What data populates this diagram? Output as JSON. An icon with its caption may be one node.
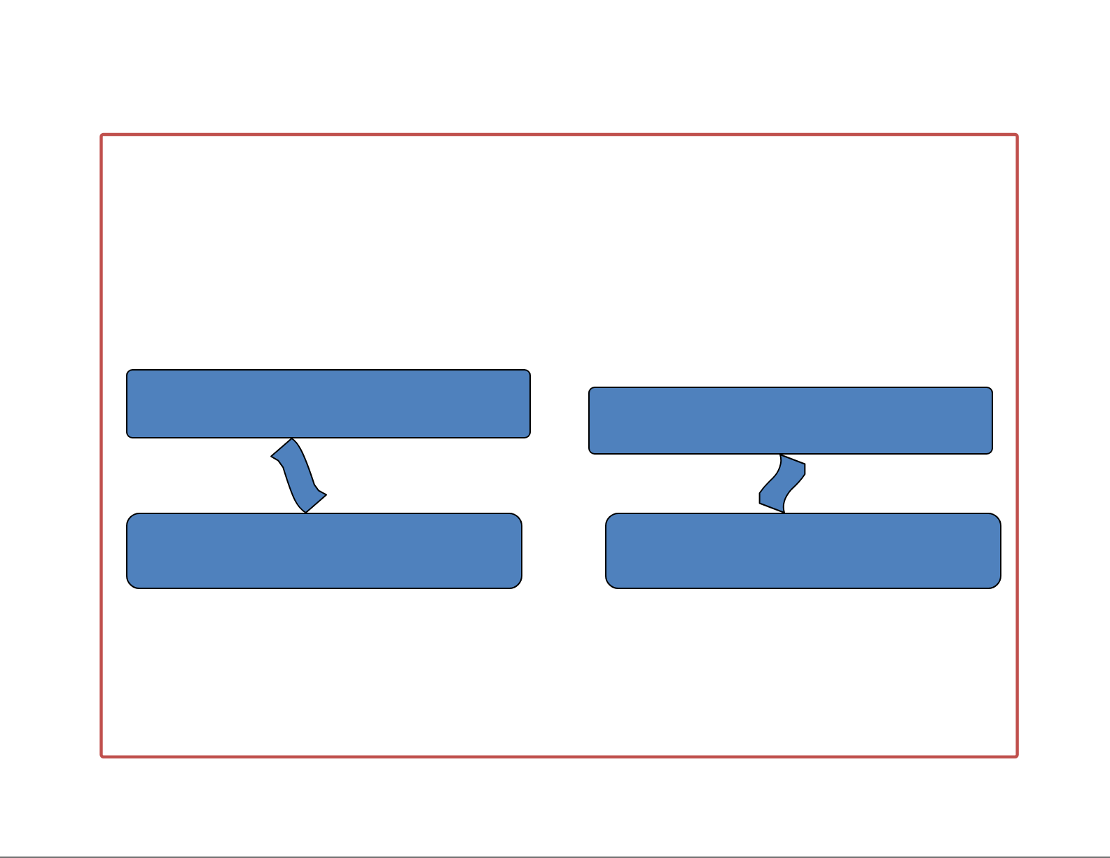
{
  "diagram": {
    "nodes": [
      {
        "text": [],
        "shape": "box"
      },
      {
        "text": [],
        "shape": "box"
      },
      {
        "text": [],
        "shape": "box"
      },
      {
        "text": [],
        "shape": "box"
      }
    ],
    "edges": [
      {
        "from": 0,
        "to": 2,
        "arrow": "none"
      },
      {
        "from": 1,
        "to": 3,
        "arrow": "none"
      }
    ]
  }
}
